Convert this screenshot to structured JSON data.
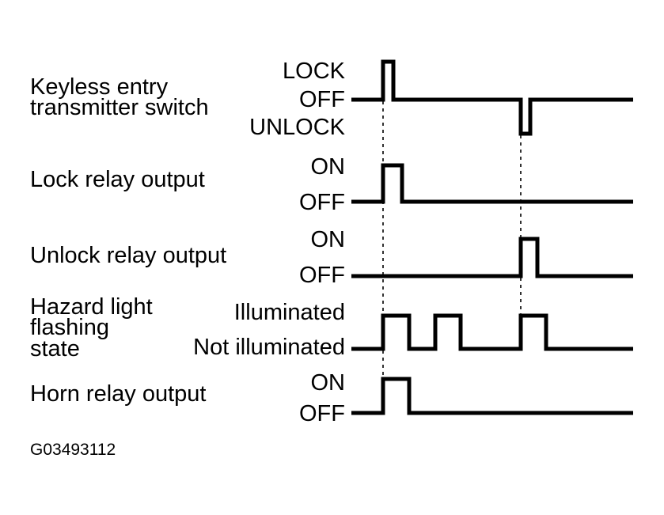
{
  "signals": [
    {
      "id": "transmitter",
      "label_lines": [
        "Keyless entry",
        "transmitter switch"
      ],
      "states": [
        "LOCK",
        "OFF",
        "UNLOCK"
      ]
    },
    {
      "id": "lock_relay",
      "label_lines": [
        "Lock relay output"
      ],
      "states": [
        "ON",
        "OFF"
      ]
    },
    {
      "id": "unlock_relay",
      "label_lines": [
        "Unlock relay output"
      ],
      "states": [
        "ON",
        "OFF"
      ]
    },
    {
      "id": "hazard",
      "label_lines": [
        "Hazard light",
        "flashing",
        "state"
      ],
      "states": [
        "Illuminated",
        "Not illuminated"
      ]
    },
    {
      "id": "horn_relay",
      "label_lines": [
        "Horn relay output"
      ],
      "states": [
        "ON",
        "OFF"
      ]
    }
  ],
  "figure_id": "G03493112"
}
